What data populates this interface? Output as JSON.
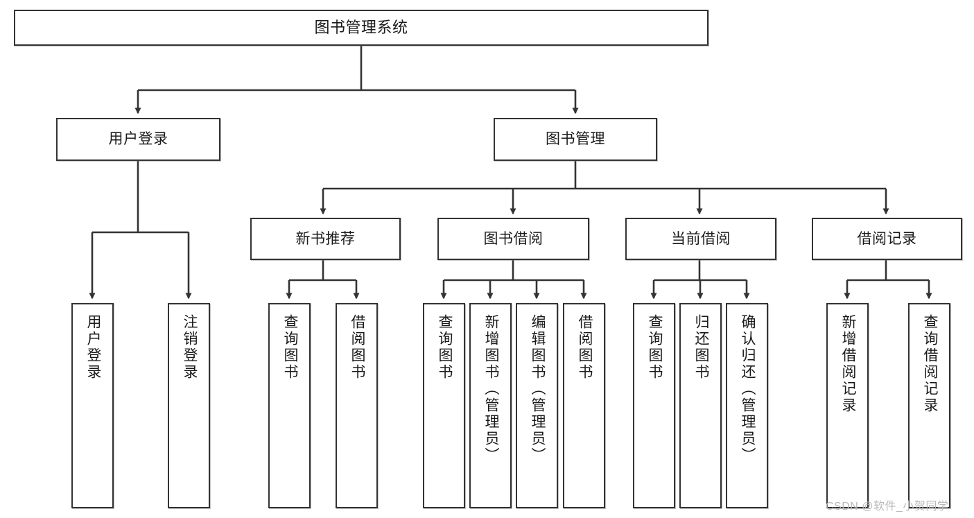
{
  "diagram": {
    "title": "图书管理系统",
    "type": "tree-hierarchy-chart",
    "watermark": "CSDN @软件_小贺同学",
    "colors": {
      "stroke": "#333333",
      "fill": "#ffffff",
      "text": "#1a1a1a",
      "watermark": "#b9b9b9"
    },
    "levels": {
      "root": {
        "label": "图书管理系统"
      },
      "level2": [
        {
          "label": "用户登录"
        },
        {
          "label": "图书管理"
        }
      ],
      "level3": [
        {
          "label": "新书推荐"
        },
        {
          "label": "图书借阅"
        },
        {
          "label": "当前借阅"
        },
        {
          "label": "借阅记录"
        }
      ],
      "leaves": {
        "user_login": [
          {
            "label": "用户登录"
          },
          {
            "label": "注销登录"
          }
        ],
        "new_book_recommend": [
          {
            "label": "查询图书"
          },
          {
            "label": "借阅图书"
          }
        ],
        "book_borrow": [
          {
            "label": "查询图书"
          },
          {
            "label": "新增图书（管理员）"
          },
          {
            "label": "编辑图书（管理员）"
          },
          {
            "label": "借阅图书"
          }
        ],
        "current_borrow": [
          {
            "label": "查询图书"
          },
          {
            "label": "归还图书"
          },
          {
            "label": "确认归还（管理员）"
          }
        ],
        "borrow_record": [
          {
            "label": "新增借阅记录"
          },
          {
            "label": "查询借阅记录"
          }
        ]
      }
    }
  }
}
